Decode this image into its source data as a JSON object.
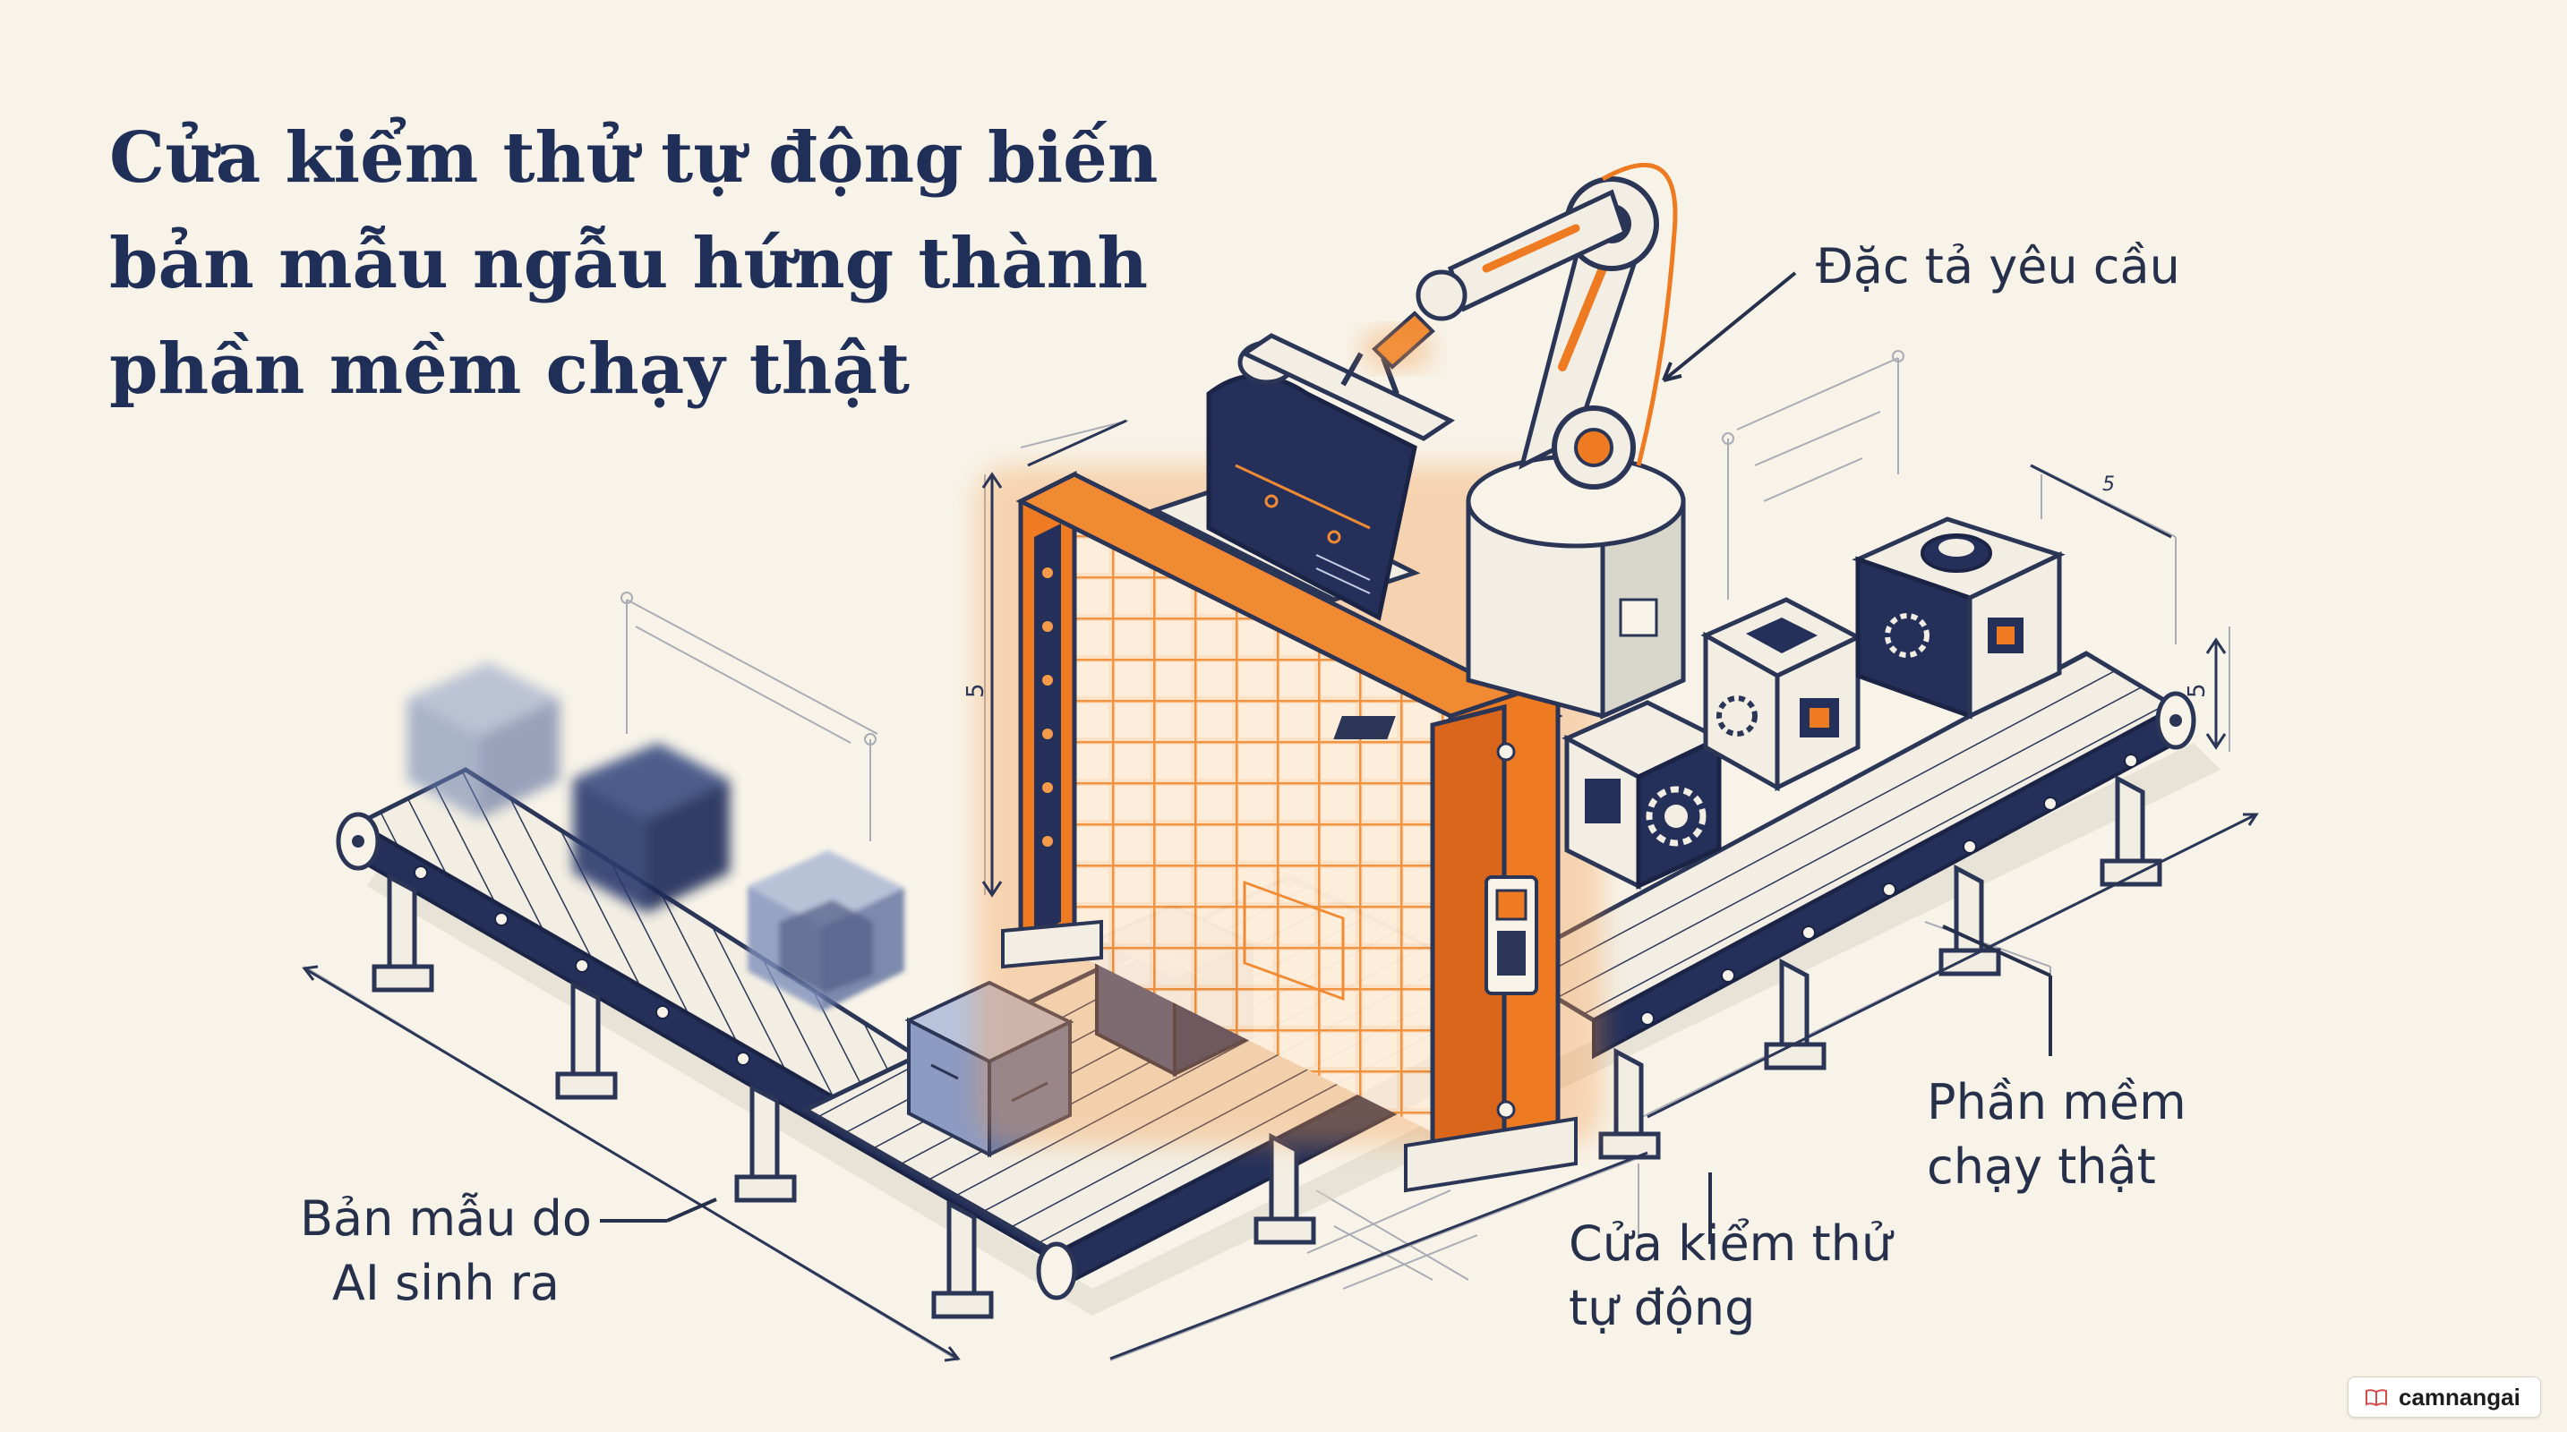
{
  "title": {
    "lines": [
      "Cửa kiểm thử tự động biến",
      "bản mẫu ngẫu hứng thành",
      "phần mềm chạy thật"
    ]
  },
  "labels": {
    "spec": "Đặc tả yêu cầu",
    "prototype": [
      "Bản mẫu do",
      "AI sinh ra"
    ],
    "gate": [
      "Cửa kiểm thử",
      "tự động"
    ],
    "real_software": [
      "Phần mềm",
      "chạy thật"
    ]
  },
  "dimension_marks": {
    "gate_height": "5",
    "right_height": "5",
    "right_top": "5"
  },
  "watermark": {
    "text": "camnangai",
    "icon": "book-icon"
  },
  "colors": {
    "background": "#f7f3e8",
    "navy": "#1f2f57",
    "orange": "#ee7a22",
    "line": "#2b3556"
  }
}
